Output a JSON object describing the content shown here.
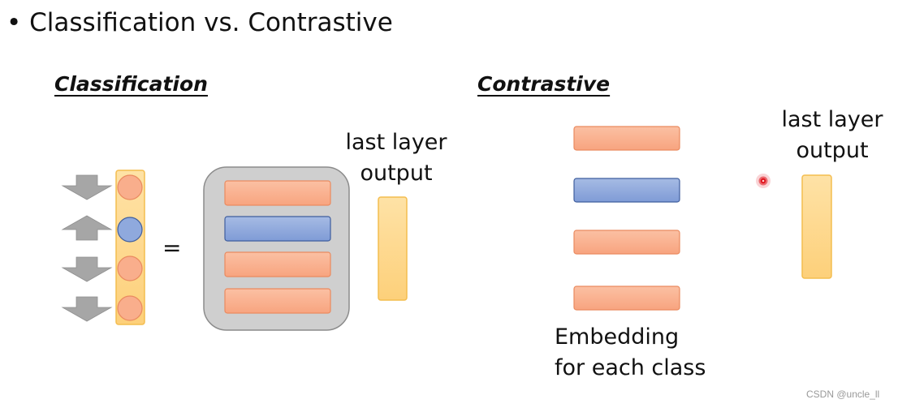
{
  "slide": {
    "title": "• Classification vs. Contrastive"
  },
  "classification": {
    "heading": "Classification",
    "equals": "=",
    "output_label": "last layer\noutput",
    "arrows": [
      "down-arrow-icon",
      "up-arrow-icon",
      "down-arrow-icon",
      "down-arrow-icon"
    ],
    "nodes": [
      "orange",
      "blue",
      "orange",
      "orange"
    ],
    "matrix_rows": [
      "orange",
      "blue",
      "orange",
      "orange"
    ]
  },
  "contrastive": {
    "heading": "Contrastive",
    "embeddings": [
      "orange",
      "blue",
      "orange",
      "orange"
    ],
    "embedding_label": "Embedding\nfor each class",
    "output_label": "last layer\noutput"
  },
  "colors": {
    "orange_fill": "#f9ae8c",
    "orange_stroke": "#ea8a5f",
    "blue_fill": "#8fa9dd",
    "blue_stroke": "#3f5e9e",
    "output_fill": "#fdd584",
    "output_stroke": "#f4bd4f",
    "matrix_fill": "#cfcfcf",
    "matrix_stroke": "#8c8c8c",
    "arrow_fill": "#a6a6a6",
    "pointer": "#e0101a"
  },
  "watermark": "CSDN @uncle_ll"
}
